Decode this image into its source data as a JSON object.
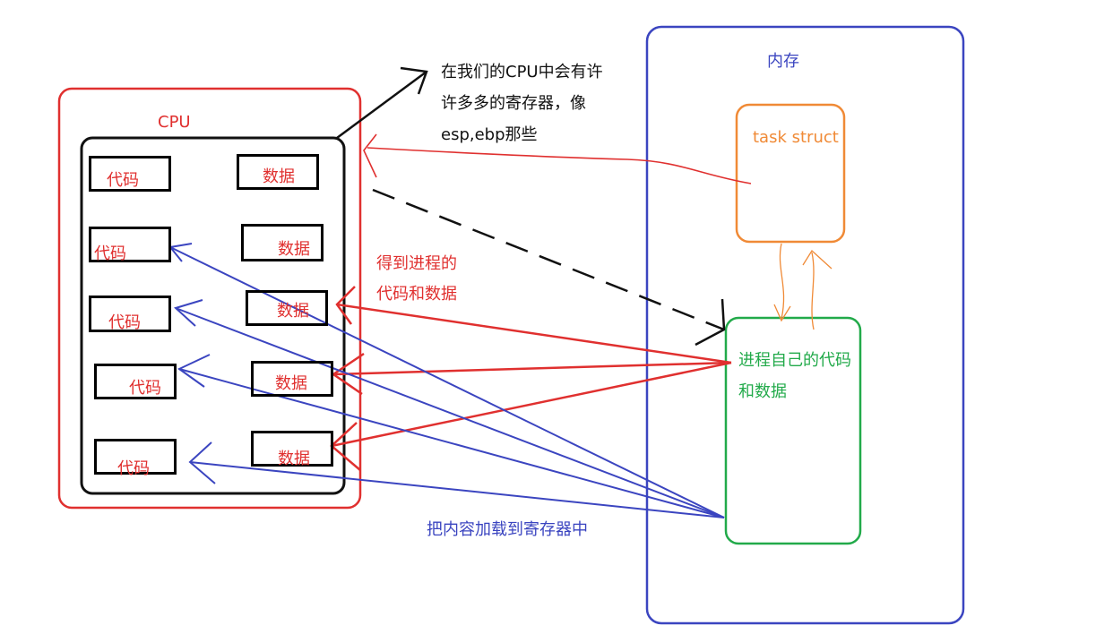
{
  "cpu": {
    "title": "CPU",
    "code_label": "代码",
    "data_label": "数据"
  },
  "memory": {
    "title": "内存",
    "task_struct": "task  struct",
    "process_data_line1": "进程自己的代码",
    "process_data_line2": "和数据"
  },
  "annotations": {
    "registers_line1": "在我们的CPU中会有许",
    "registers_line2": "许多多的寄存器，像",
    "registers_line3": "esp,ebp那些",
    "get_code_line1": "得到进程的",
    "get_code_line2": "代码和数据",
    "load_registers": "把内容加载到寄存器中"
  },
  "colors": {
    "cpu_border": "#e0302f",
    "memory_border": "#3b45c0",
    "task_struct_border": "#f08a36",
    "process_border": "#22aa4a",
    "red_arrow": "#e0302f",
    "blue_arrow": "#3b45c0",
    "black": "#111111"
  }
}
